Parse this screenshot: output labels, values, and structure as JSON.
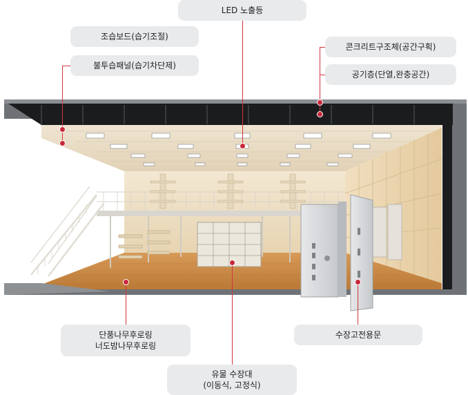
{
  "labels": {
    "led": "LED 노출등",
    "absorb_board": "조습보드(습기조절)",
    "moisture_panel": "불투습패널(습기차단제)",
    "concrete": "콘크리트구조체(공간구획)",
    "air_layer": "공기층(단열,완충공간)",
    "flooring": "단풍나무후로링\n너도밤나무후로링",
    "shelves": "유물 수장대\n(이동식, 고정식)",
    "door": "수장고전용문"
  },
  "colors": {
    "accent": "#c8283a",
    "label_bg": "#e9eaec",
    "floor": "#c98a4a",
    "wall": "#efe2c8",
    "ceiling": "#e8dcc6",
    "structure": "#6e7276"
  }
}
